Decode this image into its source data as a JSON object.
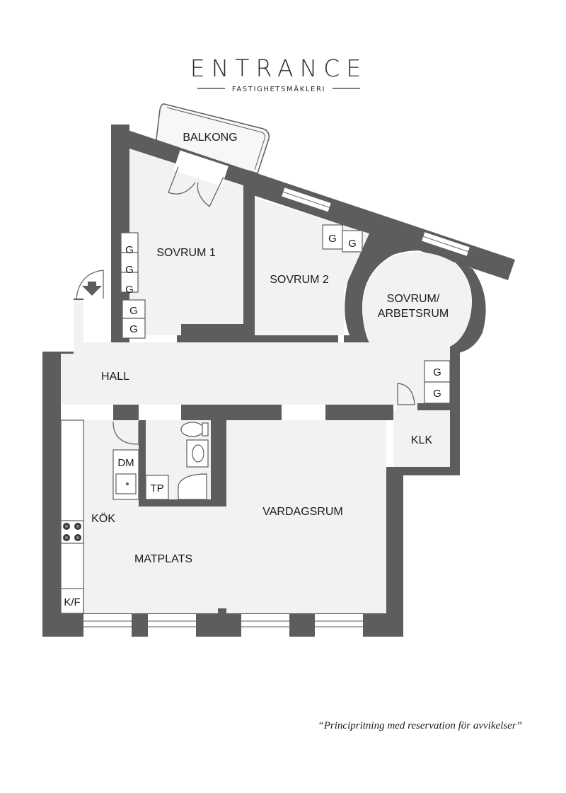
{
  "brand": {
    "name": "ENTRANCE",
    "tagline": "FASTIGHETSMÄKLERI"
  },
  "rooms": {
    "balkong": "BALKONG",
    "sovrum1": "SOVRUM 1",
    "sovrum2": "SOVRUM 2",
    "sovrum3_line1": "SOVRUM/",
    "sovrum3_line2": "ARBETSRUM",
    "hall": "HALL",
    "klk": "KLK",
    "vardagsrum": "VARDAGSRUM",
    "kok": "KÖK",
    "matplats": "MATPLATS"
  },
  "fixtures": {
    "wardrobe": "G",
    "dm": "DM",
    "tp": "TP",
    "kf": "K/F"
  },
  "disclaimer": "“Principritning med reservation för avvikelser”"
}
